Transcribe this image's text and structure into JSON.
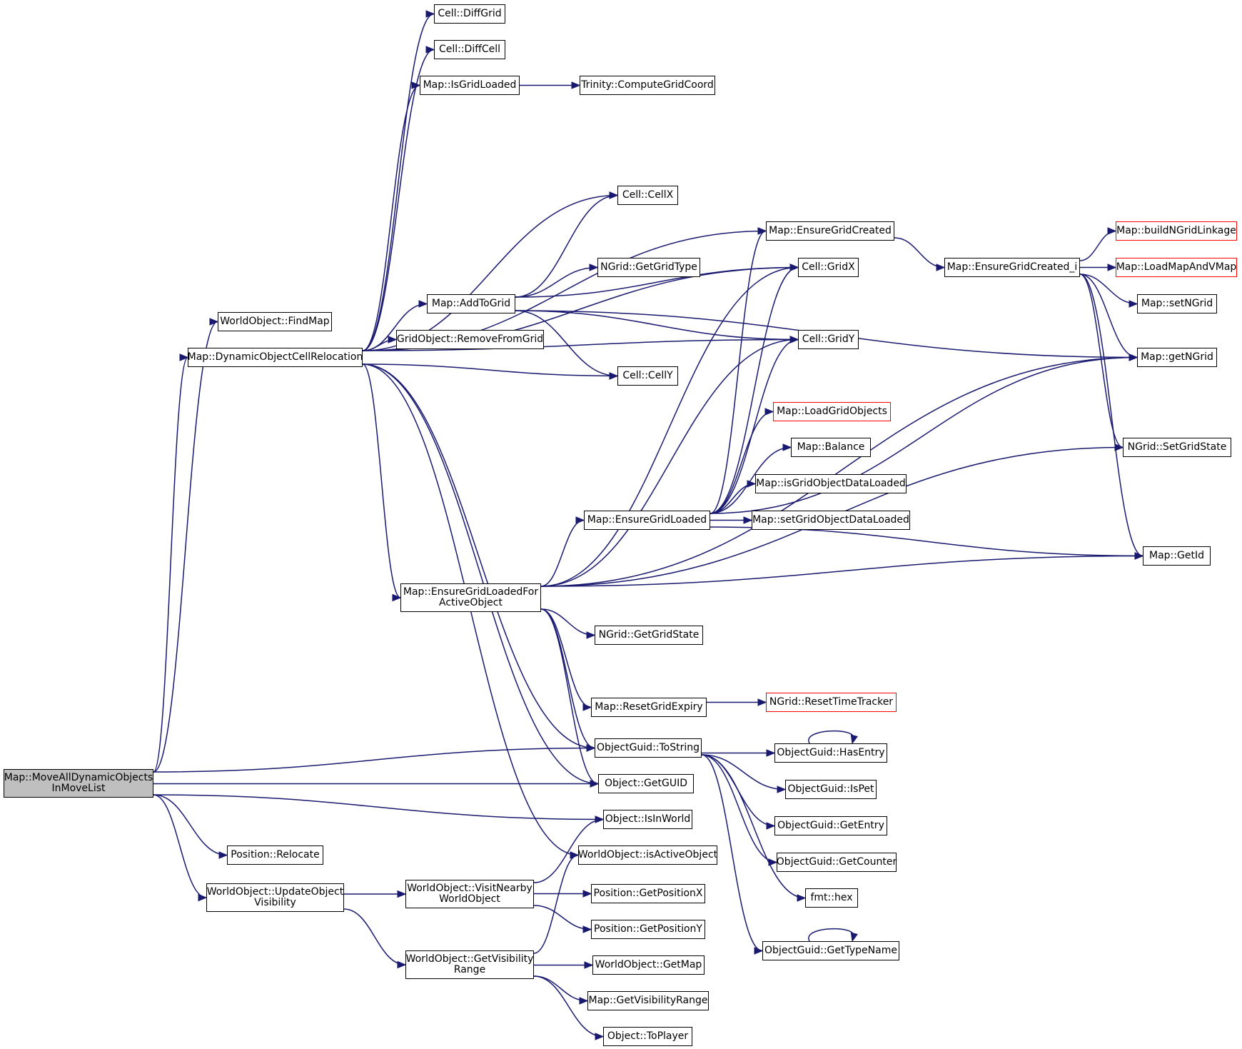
{
  "colors": {
    "edge": "#191970",
    "node_border": "#000000",
    "truncated_border": "#ff0000",
    "root_fill": "#bfbfbf"
  },
  "nodes": [
    {
      "id": "root",
      "label": "Map::MoveAllDynamicObjects\nInMoveList",
      "style": "root"
    },
    {
      "id": "findmap",
      "label": "WorldObject::FindMap"
    },
    {
      "id": "dynreloc",
      "label": "Map::DynamicObjectCellRelocation"
    },
    {
      "id": "relocate",
      "label": "Position::Relocate"
    },
    {
      "id": "updvis",
      "label": "WorldObject::UpdateObject\nVisibility"
    },
    {
      "id": "diffgrid",
      "label": "Cell::DiffGrid"
    },
    {
      "id": "diffcell",
      "label": "Cell::DiffCell"
    },
    {
      "id": "isgridloaded",
      "label": "Map::IsGridLoaded"
    },
    {
      "id": "computegrid",
      "label": "Trinity::ComputeGridCoord"
    },
    {
      "id": "addtogrid",
      "label": "Map::AddToGrid"
    },
    {
      "id": "removefromgrid",
      "label": "GridObject::RemoveFromGrid"
    },
    {
      "id": "egl_active",
      "label": "Map::EnsureGridLoadedFor\nActiveObject"
    },
    {
      "id": "cellx",
      "label": "Cell::CellX"
    },
    {
      "id": "gettype",
      "label": "NGrid::GetGridType"
    },
    {
      "id": "celly",
      "label": "Cell::CellY"
    },
    {
      "id": "egcreated",
      "label": "Map::EnsureGridCreated"
    },
    {
      "id": "gridx",
      "label": "Cell::GridX"
    },
    {
      "id": "gridy",
      "label": "Cell::GridY"
    },
    {
      "id": "egcreated_i",
      "label": "Map::EnsureGridCreated_i"
    },
    {
      "id": "buildlink",
      "label": "Map::buildNGridLinkage",
      "style": "red"
    },
    {
      "id": "loadmapvmap",
      "label": "Map::LoadMapAndVMap",
      "style": "red"
    },
    {
      "id": "setngrid",
      "label": "Map::setNGrid"
    },
    {
      "id": "getngrid",
      "label": "Map::getNGrid"
    },
    {
      "id": "setgridstate",
      "label": "NGrid::SetGridState"
    },
    {
      "id": "getid",
      "label": "Map::GetId"
    },
    {
      "id": "loadgridobjects",
      "label": "Map::LoadGridObjects",
      "style": "red"
    },
    {
      "id": "balance",
      "label": "Map::Balance"
    },
    {
      "id": "isgodl",
      "label": "Map::isGridObjectDataLoaded"
    },
    {
      "id": "setgodl",
      "label": "Map::setGridObjectDataLoaded"
    },
    {
      "id": "egloaded",
      "label": "Map::EnsureGridLoaded"
    },
    {
      "id": "getgridstate",
      "label": "NGrid::GetGridState"
    },
    {
      "id": "resetexpiry",
      "label": "Map::ResetGridExpiry"
    },
    {
      "id": "resettime",
      "label": "NGrid::ResetTimeTracker",
      "style": "red"
    },
    {
      "id": "tostring",
      "label": "ObjectGuid::ToString"
    },
    {
      "id": "getguid",
      "label": "Object::GetGUID"
    },
    {
      "id": "isinworld",
      "label": "Object::IsInWorld"
    },
    {
      "id": "isactive",
      "label": "WorldObject::isActiveObject"
    },
    {
      "id": "hasentry",
      "label": "ObjectGuid::HasEntry"
    },
    {
      "id": "ispet",
      "label": "ObjectGuid::IsPet"
    },
    {
      "id": "getentry",
      "label": "ObjectGuid::GetEntry"
    },
    {
      "id": "getcounter",
      "label": "ObjectGuid::GetCounter"
    },
    {
      "id": "fmthex",
      "label": "fmt::hex"
    },
    {
      "id": "gettypename",
      "label": "ObjectGuid::GetTypeName"
    },
    {
      "id": "visitnearby",
      "label": "WorldObject::VisitNearby\nWorldObject"
    },
    {
      "id": "getposx",
      "label": "Position::GetPositionX"
    },
    {
      "id": "getposy",
      "label": "Position::GetPositionY"
    },
    {
      "id": "getvisrange",
      "label": "WorldObject::GetVisibility\nRange"
    },
    {
      "id": "getmap",
      "label": "WorldObject::GetMap"
    },
    {
      "id": "mapgetvis",
      "label": "Map::GetVisibilityRange"
    },
    {
      "id": "toplayer",
      "label": "Object::ToPlayer"
    }
  ],
  "edges": [
    [
      "root",
      "findmap"
    ],
    [
      "root",
      "dynreloc"
    ],
    [
      "root",
      "tostring"
    ],
    [
      "root",
      "getguid"
    ],
    [
      "root",
      "isinworld"
    ],
    [
      "root",
      "relocate"
    ],
    [
      "root",
      "updvis"
    ],
    [
      "dynreloc",
      "diffgrid"
    ],
    [
      "dynreloc",
      "diffcell"
    ],
    [
      "dynreloc",
      "isgridloaded"
    ],
    [
      "dynreloc",
      "cellx"
    ],
    [
      "dynreloc",
      "egcreated"
    ],
    [
      "dynreloc",
      "gridx"
    ],
    [
      "dynreloc",
      "addtogrid"
    ],
    [
      "dynreloc",
      "removefromgrid"
    ],
    [
      "dynreloc",
      "celly"
    ],
    [
      "dynreloc",
      "gridy"
    ],
    [
      "dynreloc",
      "egl_active"
    ],
    [
      "dynreloc",
      "tostring"
    ],
    [
      "dynreloc",
      "getguid"
    ],
    [
      "dynreloc",
      "isactive"
    ],
    [
      "isgridloaded",
      "computegrid"
    ],
    [
      "addtogrid",
      "cellx"
    ],
    [
      "addtogrid",
      "gridx"
    ],
    [
      "addtogrid",
      "gettype"
    ],
    [
      "addtogrid",
      "getngrid"
    ],
    [
      "addtogrid",
      "gridy"
    ],
    [
      "addtogrid",
      "celly"
    ],
    [
      "egcreated",
      "egcreated_i"
    ],
    [
      "egcreated_i",
      "buildlink"
    ],
    [
      "egcreated_i",
      "loadmapvmap"
    ],
    [
      "egcreated_i",
      "setngrid"
    ],
    [
      "egcreated_i",
      "getngrid"
    ],
    [
      "egcreated_i",
      "setgridstate"
    ],
    [
      "egcreated_i",
      "getid"
    ],
    [
      "egloaded",
      "egcreated"
    ],
    [
      "egloaded",
      "gridx"
    ],
    [
      "egloaded",
      "gridy"
    ],
    [
      "egloaded",
      "getngrid"
    ],
    [
      "egloaded",
      "loadgridobjects"
    ],
    [
      "egloaded",
      "balance"
    ],
    [
      "egloaded",
      "isgodl"
    ],
    [
      "egloaded",
      "setgodl"
    ],
    [
      "egloaded",
      "getid"
    ],
    [
      "egl_active",
      "egloaded"
    ],
    [
      "egl_active",
      "gridx"
    ],
    [
      "egl_active",
      "gridy"
    ],
    [
      "egl_active",
      "getngrid"
    ],
    [
      "egl_active",
      "setgridstate"
    ],
    [
      "egl_active",
      "getgridstate"
    ],
    [
      "egl_active",
      "resetexpiry"
    ],
    [
      "egl_active",
      "getid"
    ],
    [
      "egl_active",
      "tostring"
    ],
    [
      "egl_active",
      "getguid"
    ],
    [
      "resetexpiry",
      "resettime"
    ],
    [
      "tostring",
      "hasentry"
    ],
    [
      "tostring",
      "ispet"
    ],
    [
      "tostring",
      "getentry"
    ],
    [
      "tostring",
      "getcounter"
    ],
    [
      "tostring",
      "fmthex"
    ],
    [
      "tostring",
      "gettypename"
    ],
    [
      "hasentry",
      "hasentry"
    ],
    [
      "gettypename",
      "gettypename"
    ],
    [
      "updvis",
      "visitnearby"
    ],
    [
      "updvis",
      "getvisrange"
    ],
    [
      "visitnearby",
      "isinworld"
    ],
    [
      "visitnearby",
      "getposx"
    ],
    [
      "visitnearby",
      "getposy"
    ],
    [
      "getvisrange",
      "isactive"
    ],
    [
      "getvisrange",
      "getmap"
    ],
    [
      "getvisrange",
      "mapgetvis"
    ],
    [
      "getvisrange",
      "toplayer"
    ]
  ]
}
